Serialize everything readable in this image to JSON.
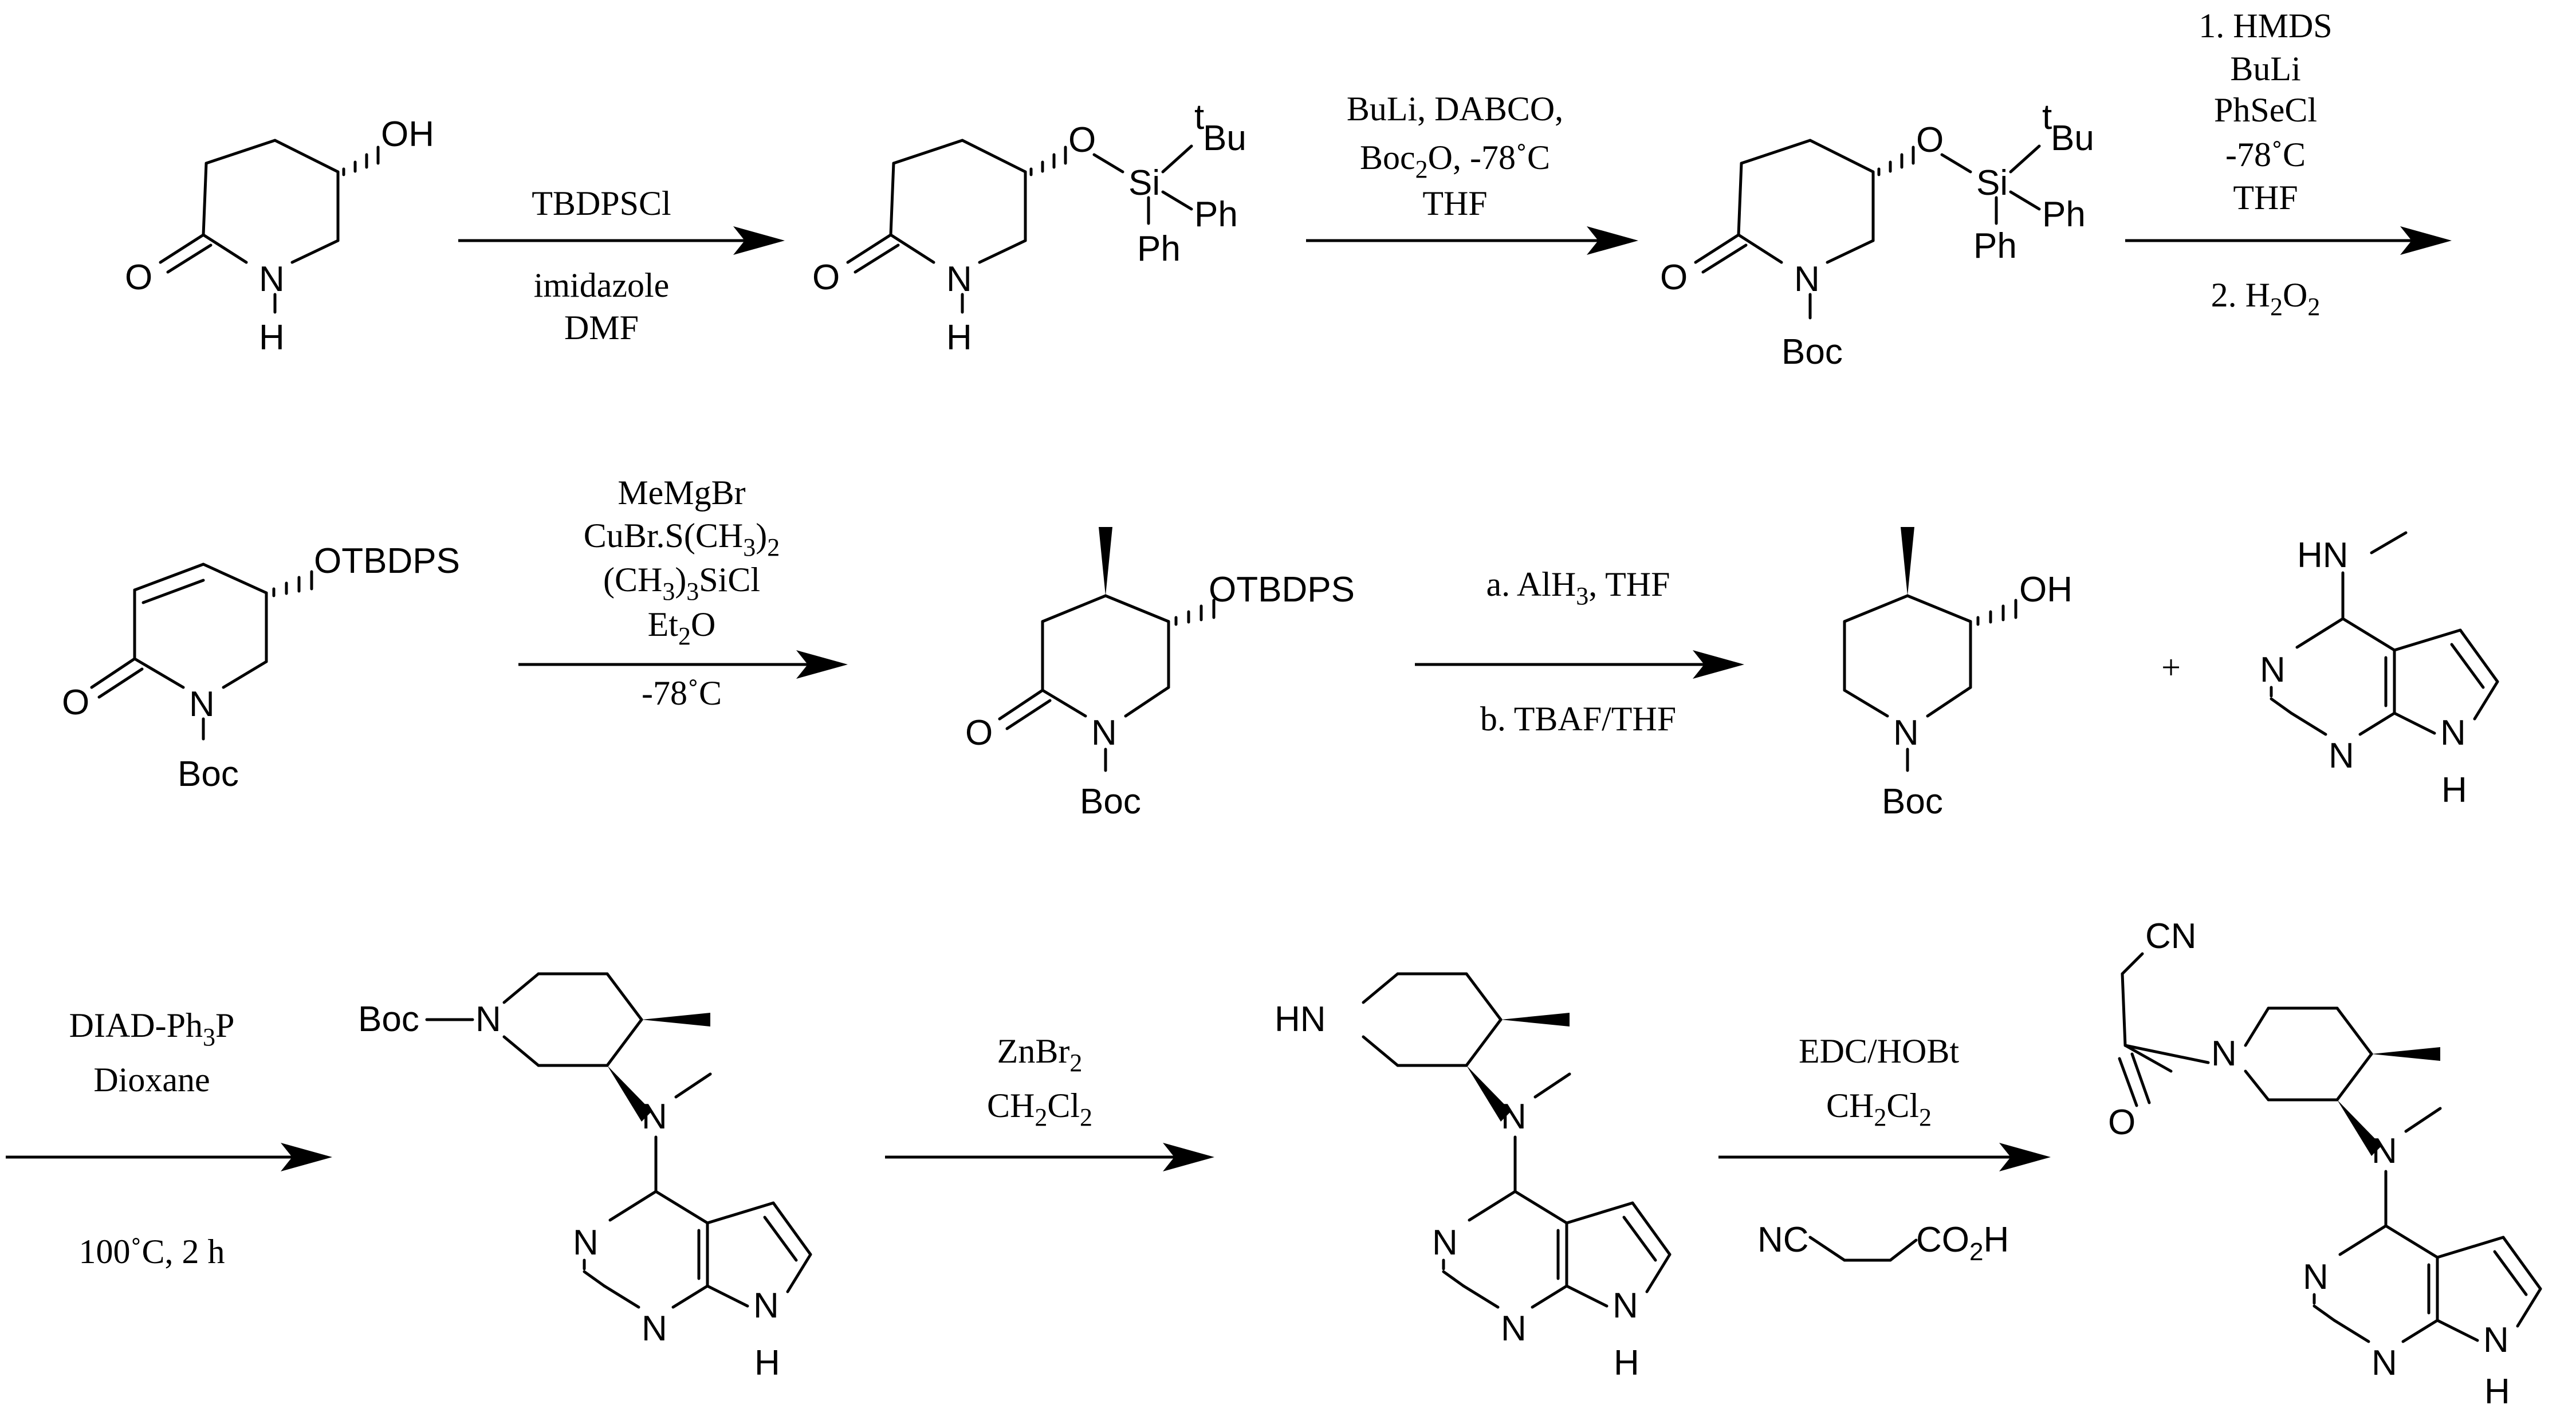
{
  "row1": {
    "compound1": {
      "oh": "OH",
      "o": "O",
      "nh_n": "N",
      "nh_h": "H"
    },
    "step1": {
      "reagent_top": "TBDPSCl",
      "reagent_bottom_1": "imidazole",
      "reagent_bottom_2": "DMF"
    },
    "compound2": {
      "o_ether": "O",
      "si": "Si",
      "tbu_t": "t",
      "tbu": "Bu",
      "ph1": "Ph",
      "ph2": "Ph",
      "o": "O",
      "n": "N",
      "h": "H"
    },
    "step2": {
      "line1": "BuLi, DABCO,",
      "line2_a": "Boc",
      "line2_sub": "2",
      "line2_b": "O, -78˚C",
      "line3": "THF"
    },
    "compound3": {
      "o_ether": "O",
      "si": "Si",
      "tbu_t": "t",
      "tbu": "Bu",
      "ph1": "Ph",
      "ph2": "Ph",
      "o": "O",
      "n": "N",
      "boc": "Boc"
    },
    "step3": {
      "line1": "1. HMDS",
      "line2": "BuLi",
      "line3": "PhSeCl",
      "line4": "-78˚C",
      "line5": "THF",
      "line6_a": "2. H",
      "line6_sub1": "2",
      "line6_b": "O",
      "line6_sub2": "2"
    }
  },
  "row2": {
    "compound4": {
      "otbdps": "OTBDPS",
      "o": "O",
      "n": "N",
      "boc": "Boc"
    },
    "step4": {
      "line1": "MeMgBr",
      "line2_a": "CuBr.S(CH",
      "line2_sub": "3",
      "line2_b": ")",
      "line2_sub2": "2",
      "line3_a": "(CH",
      "line3_sub": "3",
      "line3_b": ")",
      "line3_sub2": "3",
      "line3_c": "SiCl",
      "line4_a": "Et",
      "line4_sub": "2",
      "line4_b": "O",
      "line5": "-78˚C"
    },
    "compound5": {
      "otbdps": "OTBDPS",
      "o": "O",
      "n": "N",
      "boc": "Boc"
    },
    "step5": {
      "top_a": "a. AlH",
      "top_sub": "3",
      "top_b": ", THF",
      "bottom": "b. TBAF/THF"
    },
    "compound6": {
      "oh": "OH",
      "n": "N",
      "boc": "Boc"
    },
    "plus": "+",
    "compound7": {
      "hn": "HN",
      "n1": "N",
      "n2": "N",
      "n3": "N",
      "h": "H"
    }
  },
  "row3": {
    "step6": {
      "top_a": "DIAD-Ph",
      "top_sub": "3",
      "top_b": "P",
      "top2": "Dioxane",
      "bottom": "100˚C, 2 h"
    },
    "compound8": {
      "boc": "Boc",
      "n_pip": "N",
      "n_me": "N",
      "n1": "N",
      "n2": "N",
      "n3": "N",
      "h": "H"
    },
    "step7": {
      "top_a": "ZnBr",
      "top_sub": "2",
      "line2_a": "CH",
      "line2_sub1": "2",
      "line2_b": "Cl",
      "line2_sub2": "2"
    },
    "compound9": {
      "hn": "HN",
      "n_me": "N",
      "n1": "N",
      "n2": "N",
      "n3": "N",
      "h": "H"
    },
    "step8": {
      "top": "EDC/HOBt",
      "line2_a": "CH",
      "line2_sub1": "2",
      "line2_b": "Cl",
      "line2_sub2": "2",
      "nc": "NC",
      "co2h_a": "CO",
      "co2h_sub": "2",
      "co2h_b": "H"
    },
    "compound10": {
      "cn": "CN",
      "o": "O",
      "n_pip": "N",
      "n_me": "N",
      "n1": "N",
      "n2": "N",
      "n3": "N",
      "h": "H"
    }
  }
}
